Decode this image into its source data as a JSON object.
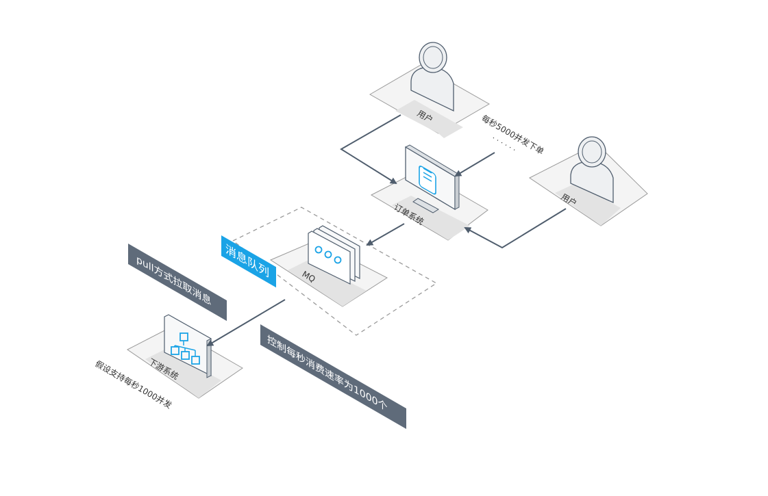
{
  "colors": {
    "arrow": "#4f5d6d",
    "accent": "#1aa3e6",
    "dark_label": "#5f6b7a",
    "platform": "#f4f4f4",
    "platform_edge": "#9a9a9a",
    "platform_band": "#e3e3e3"
  },
  "nodes": {
    "user_top": {
      "label": "用户"
    },
    "user_right": {
      "label": "用户"
    },
    "order_system": {
      "label": "订单系统"
    },
    "mq": {
      "label": "MQ"
    },
    "downstream": {
      "label": "下游系统"
    }
  },
  "annotations": {
    "user_rate": "每秒5000并发下单",
    "ellipsis": "· · · · · ·",
    "queue_tag": "消息队列",
    "pull_mode": "pull方式拉取消息",
    "consume_rate": "控制每秒消费速率为1000个",
    "downstream_capacity": "假设支持每秒1000并发"
  },
  "icons": {
    "user": "user-icon",
    "monitor": "monitor-document-icon",
    "queue": "message-queue-icon",
    "network": "network-tree-icon"
  }
}
